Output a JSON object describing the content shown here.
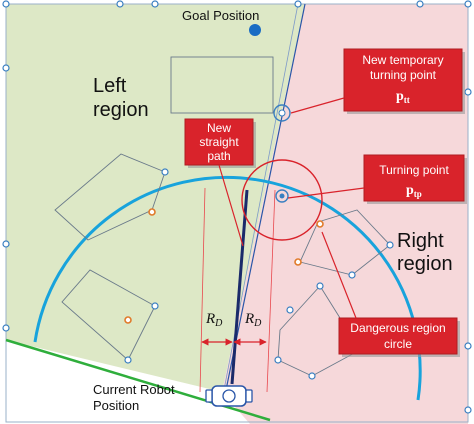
{
  "labels": {
    "goal_position": "Goal Position",
    "left_region_line1": "Left",
    "left_region_line2": "region",
    "right_region_line1": "Right",
    "right_region_line2": "region",
    "current_robot_line1": "Current Robot",
    "current_robot_line2": "Position",
    "rd": "R",
    "rd_sub": "D"
  },
  "callouts": {
    "new_straight_path": [
      "New",
      "straight",
      "path"
    ],
    "new_temporary_turning_point": {
      "lines": [
        "New temporary",
        "turning point"
      ],
      "symbol": "p",
      "symbol_sub": "tt"
    },
    "turning_point": {
      "lines": [
        "Turning point"
      ],
      "symbol": "p",
      "symbol_sub": "tp"
    },
    "dangerous_region_circle": [
      "Dangerous region",
      "circle"
    ]
  },
  "colors": {
    "left_region_fill": "#dde8c6",
    "right_region_fill": "#f6d8da",
    "boundary_line": "#2a56a8",
    "sensor_arc": "#18a3dc",
    "ground_line": "#2fae3c",
    "straight_path": "#1a2a6a",
    "guide_lines": "#e8484e",
    "callout_fill": "#d9232b",
    "goal_dot": "#1a6cc4"
  }
}
